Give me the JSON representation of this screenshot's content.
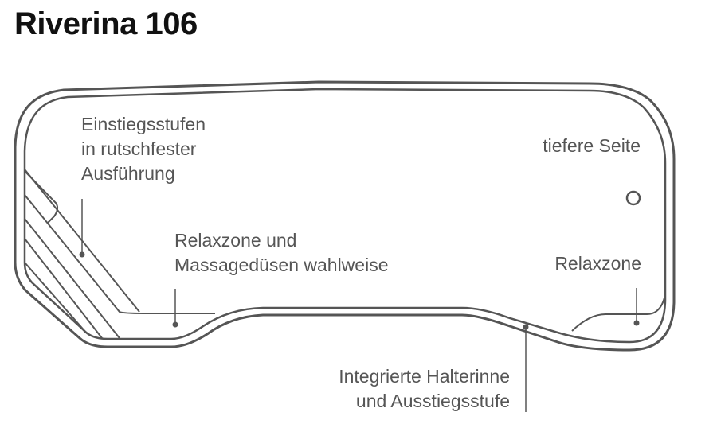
{
  "title": "Riverina 106",
  "labels": {
    "steps": [
      "Einstiegsstufen",
      "in rutschfester",
      "Ausführung"
    ],
    "relax_massage": [
      "Relaxzone und",
      "Massagedüsen wahlweise"
    ],
    "deeper_side": "tiefere Seite",
    "relaxzone": "Relaxzone",
    "rail": [
      "Integrierte Halterinne",
      "und Ausstiegsstufe"
    ]
  },
  "colors": {
    "line": "#555555",
    "title": "#111111"
  }
}
